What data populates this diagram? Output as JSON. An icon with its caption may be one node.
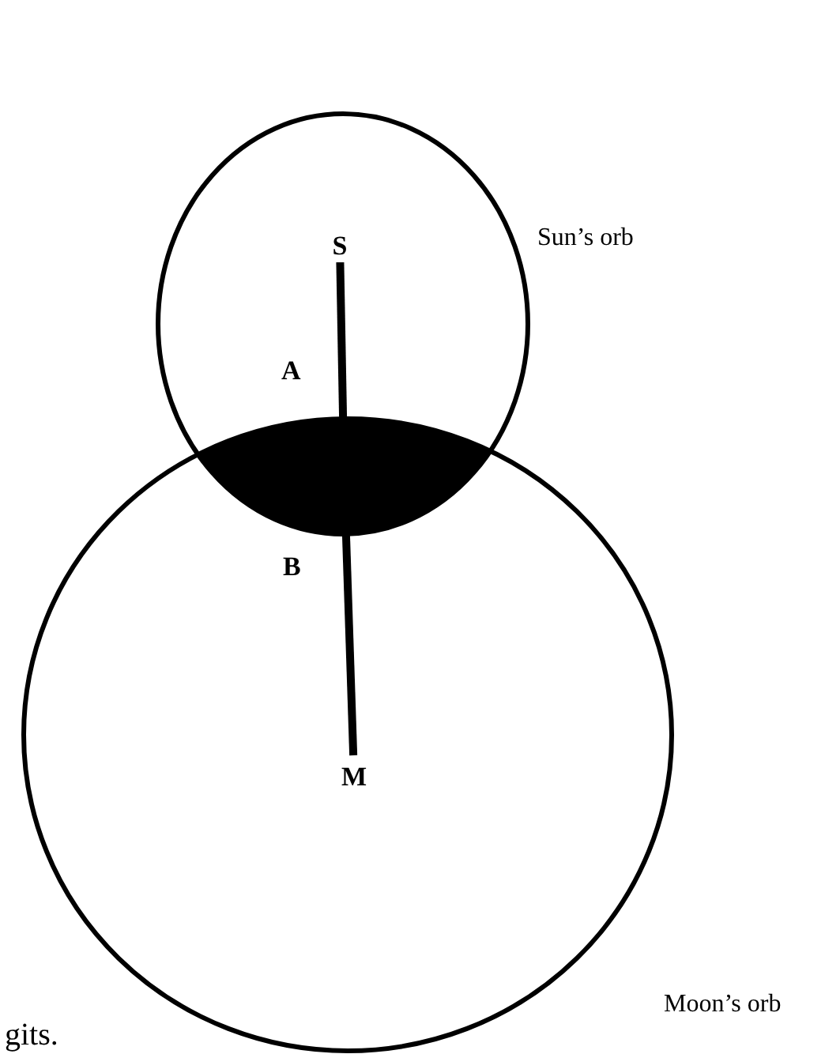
{
  "diagram": {
    "nodes": [
      {
        "text": [],
        "shape": "circle",
        "beside": [
          "Sun’s orb"
        ]
      },
      {
        "text": [],
        "shape": "circle",
        "beside": [
          "Moon’s orb"
        ]
      },
      {
        "text": [],
        "shape": "lens"
      },
      {
        "text": [
          "S"
        ],
        "in": 0
      },
      {
        "text": [
          "M"
        ],
        "in": 1
      }
    ],
    "edges": [
      {
        "from": 3,
        "to": 2,
        "arrow": "none"
      },
      {
        "from": 2,
        "to": 4,
        "arrow": "none"
      }
    ],
    "labels": [
      "A",
      "B",
      "gits."
    ]
  }
}
